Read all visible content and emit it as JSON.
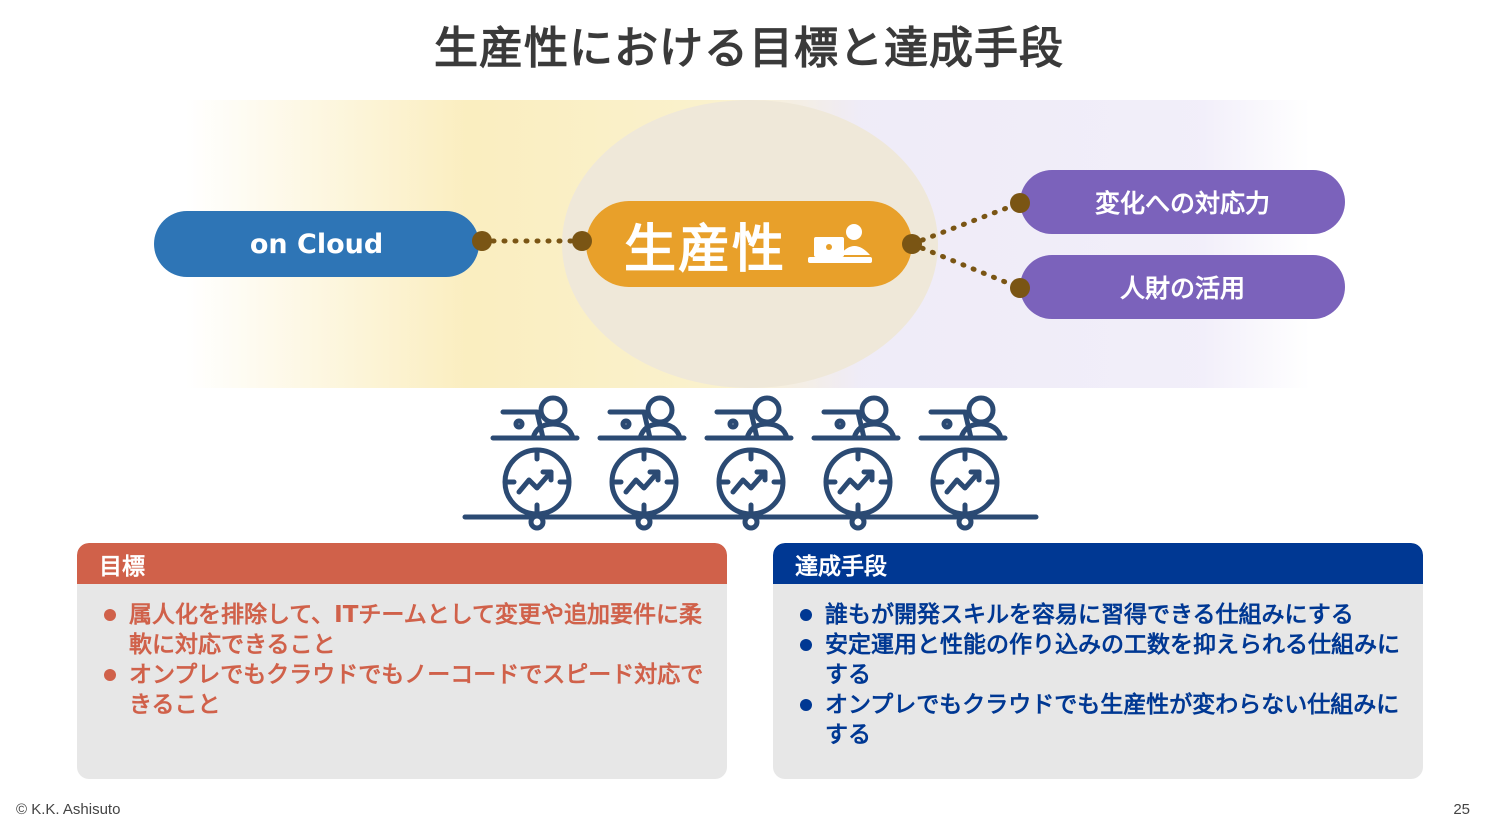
{
  "title": "生産性における目標と達成手段",
  "diagram": {
    "left_pill": "on Cloud",
    "center_pill": "生産性",
    "right_pills": [
      "変化への対応力",
      "人財の活用"
    ]
  },
  "panels": {
    "goal": {
      "heading": "目標",
      "items": [
        "属人化を排除して、ITチームとして変更や追加要件に柔軟に対応できること",
        "オンプレでもクラウドでもノーコードでスピード対応できること"
      ]
    },
    "means": {
      "heading": "達成手段",
      "items": [
        "誰もが開発スキルを容易に習得できる仕組みにする",
        "安定運用と性能の作り込みの工数を抑えられる仕組みにする",
        "オンプレでもクラウドでも生産性が変わらない仕組みにする"
      ]
    }
  },
  "footer": {
    "copyright": "© K.K. Ashisuto",
    "page_number": "25"
  },
  "colors": {
    "cloud": "#2e75b6",
    "center": "#e8a02a",
    "purple": "#7b62bb",
    "goal": "#d0614a",
    "means": "#003893",
    "connector": "#7a5514",
    "icons": "#2b4a73"
  },
  "icons": [
    "laptop-person-icon",
    "clock-trend-icon",
    "conveyor-icon"
  ]
}
